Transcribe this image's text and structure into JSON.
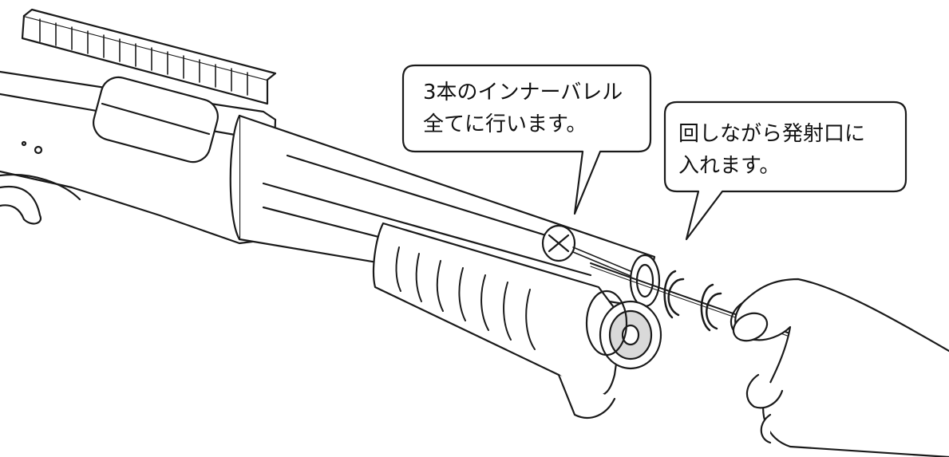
{
  "callouts": [
    {
      "lines": [
        "3本のインナーバレル",
        "全てに行います。"
      ]
    },
    {
      "lines": [
        "回しながら発射口に",
        "入れます。"
      ]
    }
  ],
  "colors": {
    "line": "#1a1a1a",
    "fill": "#ffffff",
    "shade": "#d9d9d9"
  }
}
